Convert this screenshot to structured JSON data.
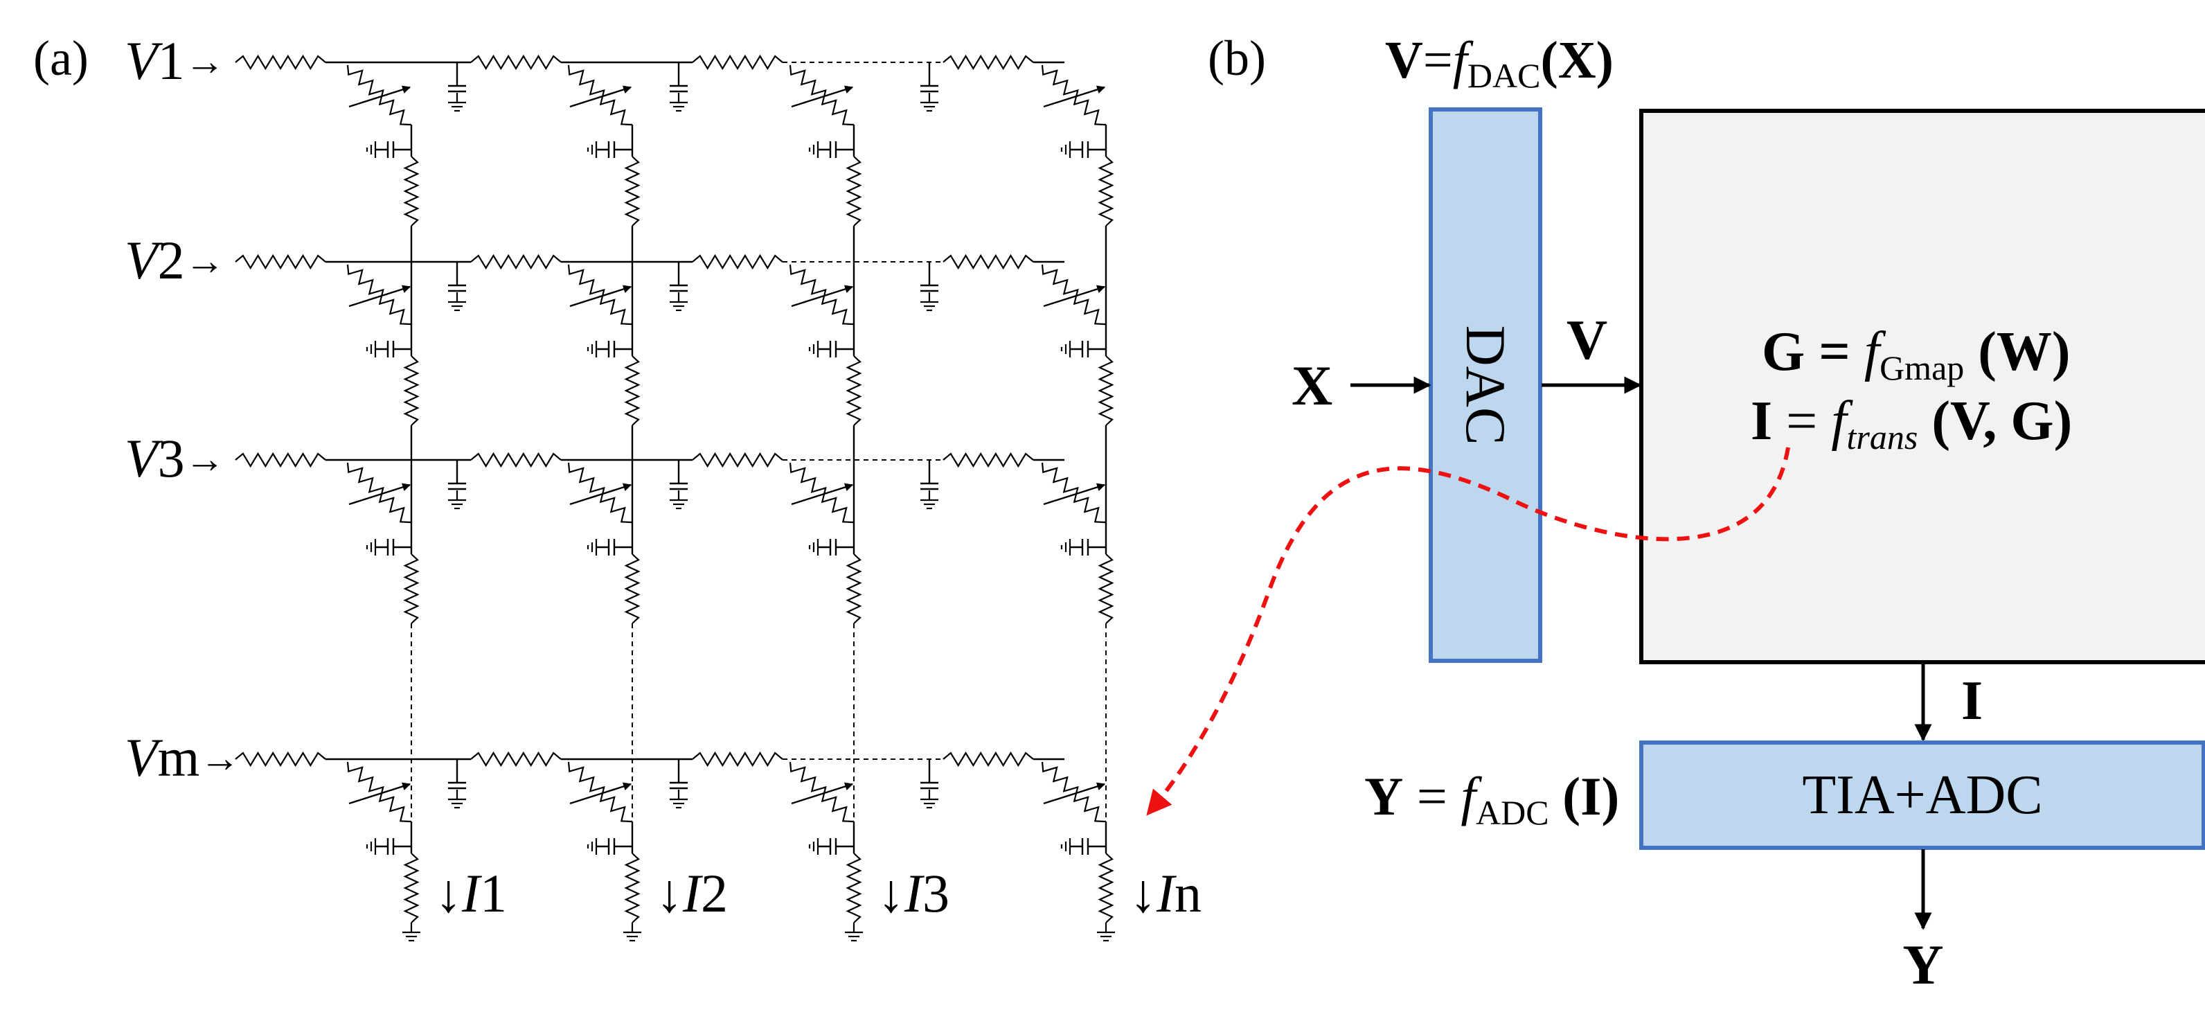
{
  "panel_a": {
    "label": "(a)",
    "rows": [
      {
        "sym": "V",
        "sub": "1"
      },
      {
        "sym": "V",
        "sub": "2"
      },
      {
        "sym": "V",
        "sub": "3"
      },
      {
        "sym": "V",
        "sub": "m"
      }
    ],
    "columns": [
      {
        "sym": "I",
        "sub": "1"
      },
      {
        "sym": "I",
        "sub": "2"
      },
      {
        "sym": "I",
        "sub": "3"
      },
      {
        "sym": "I",
        "sub": "n"
      }
    ],
    "arrow_glyph": "→",
    "down_arrow_glyph": "↓"
  },
  "panel_b": {
    "label": "(b)",
    "v_eq": {
      "lhs": "V",
      "eq": "=",
      "f": "f",
      "sub": "DAC",
      "arg": "(X)"
    },
    "dac": {
      "label": "DAC",
      "fill": "#bdd7ee",
      "stroke": "#4472c4"
    },
    "x_input": "X",
    "v_label": "V",
    "array_box": {
      "fill": "#f2f2f2",
      "stroke": "#000000"
    },
    "g_eq": {
      "lhs": "G",
      "eq": " = ",
      "f": "f",
      "sub": "Gmap",
      "arg": " (W)"
    },
    "i_eq": {
      "lhs": "I",
      "eq": " = ",
      "f": "f",
      "sub": "trans",
      "arg": " (V, G)"
    },
    "i_label": "I",
    "tia": {
      "label": "TIA+ADC",
      "fill": "#bdd7ee",
      "stroke": "#4472c4"
    },
    "y_eq": {
      "lhs": "Y",
      "eq": " = ",
      "f": "f",
      "sub": "ADC",
      "arg": " (I)"
    },
    "y_output": "Y",
    "curve_color": "#ee1111"
  }
}
